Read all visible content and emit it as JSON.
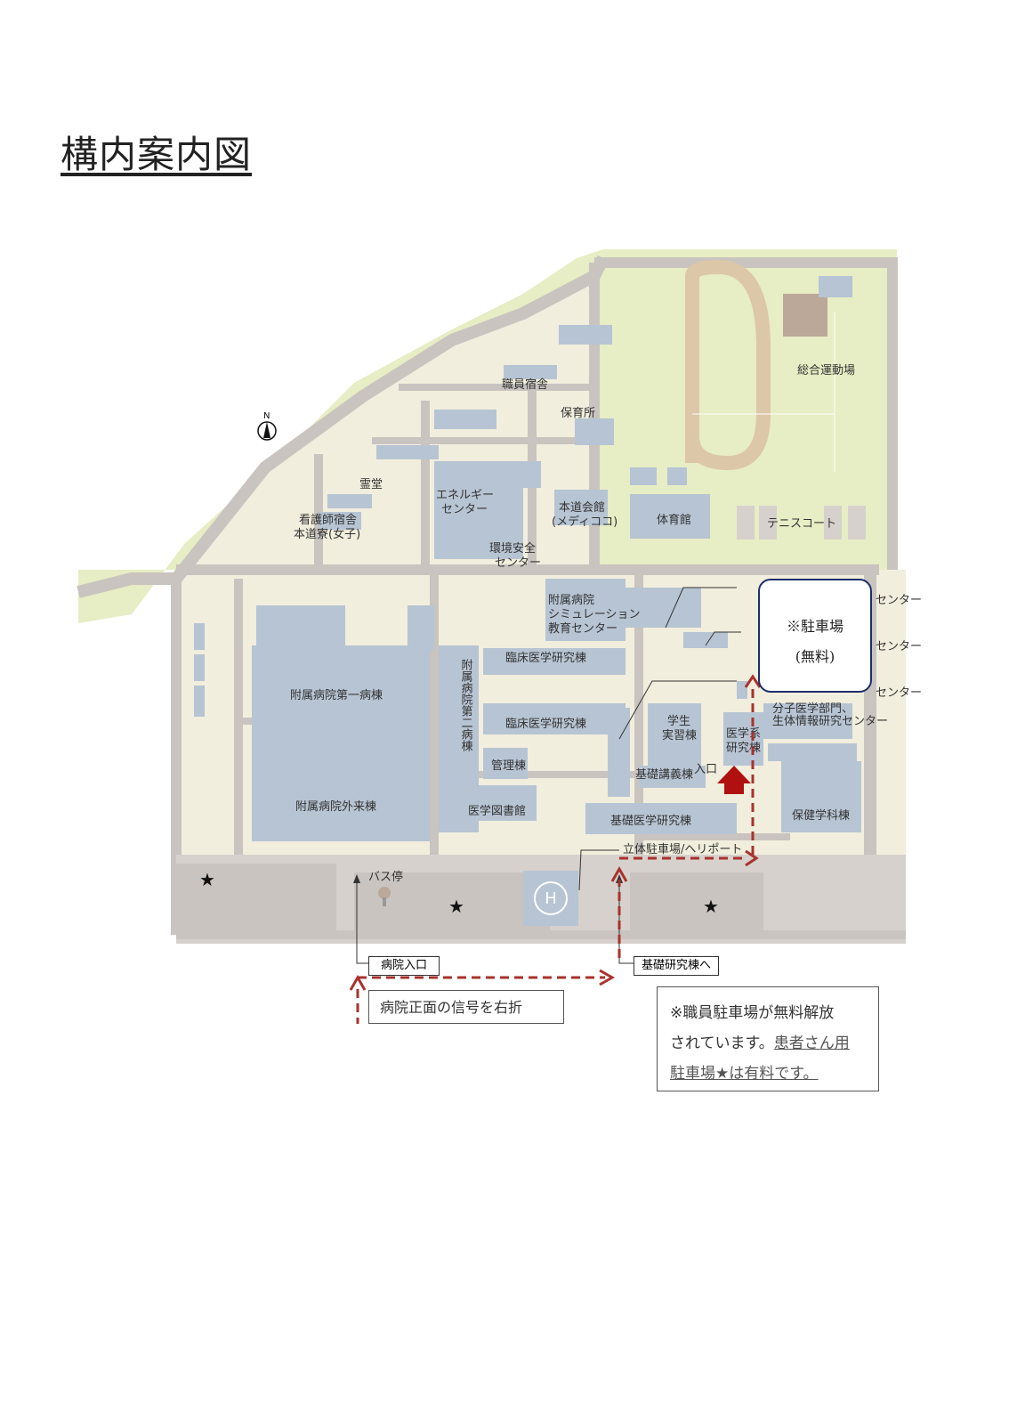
{
  "title": "構内案内図",
  "labels": {
    "staff_housing": "職員宿舎",
    "nursery": "保育所",
    "sports_ground": "総合運動場",
    "mortuary": "霊堂",
    "energy_center_1": "エネルギー",
    "energy_center_2": "センター",
    "nurse_dorm_1": "看護師宿舎",
    "nurse_dorm_2": "本道寮(女子)",
    "env_safety_1": "環境安全",
    "env_safety_2": "センター",
    "hondo_hall_1": "本道会館",
    "hondo_hall_2": "(メディココ)",
    "gym": "体育館",
    "tennis": "テニスコート",
    "sim_center_1": "附属病院",
    "sim_center_2": "シミュレーション",
    "sim_center_3": "教育センター",
    "clinical_research_1": "臨床医学研究棟",
    "clinical_research_2": "臨床医学研究棟",
    "hospital_ward_1": "附属病院第一病棟",
    "hospital_ward_2": "附属病院第二病棟",
    "outpatient": "附属病院外来棟",
    "admin": "管理棟",
    "library": "医学図書館",
    "student_practice_1": "学生",
    "student_practice_2": "実習棟",
    "med_research_1": "医学系",
    "med_research_2": "研究棟",
    "basic_lecture": "基礎講義棟",
    "basic_med_research": "基礎医学研究棟",
    "health_science": "保健学科棟",
    "molecular_1": "分子医学部門、",
    "molecular_2": "生体情報研究センター",
    "center_a": "センター",
    "center_b": "センター",
    "center_c": "センター",
    "parking_heli": "立体駐車場/ヘリポート",
    "bus_stop": "バス停",
    "entrance": "入口",
    "north": "N"
  },
  "parking_callout": {
    "line1": "※駐車場",
    "line2": "(無料)"
  },
  "hospital_entrance": "病院入口",
  "basic_research_bldg": "基礎研究棟へ",
  "turn_note": "病院正面の信号を右折",
  "staff_note": {
    "line1": "※職員駐車場が無料解放",
    "line2a": "されています。",
    "line2b": "患者さん用",
    "line3": "駐車場★は有料です。"
  },
  "colors": {
    "green": "#e7edc4",
    "road": "#c9c4c0",
    "ground": "#f1eedd",
    "building": "#b7c4d3",
    "route": "#a8322d",
    "arrow": "#b01010",
    "callout_border": "#1d2f6b"
  }
}
